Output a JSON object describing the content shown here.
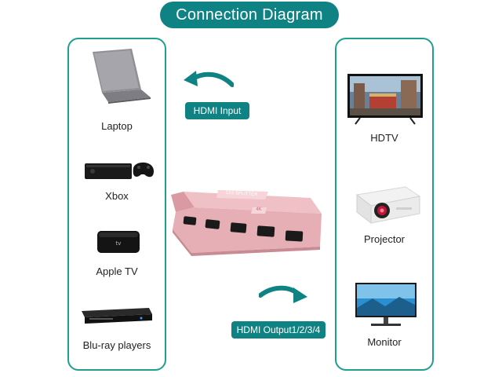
{
  "title": "Connection Diagram",
  "labels": {
    "input": "HDMI Input",
    "output": "HDMI Output1/2/3/4"
  },
  "sources": [
    "Laptop",
    "Xbox",
    "Apple TV",
    "Blu-ray players"
  ],
  "displays": [
    "HDTV",
    "Projector",
    "Monitor"
  ],
  "device": {
    "top_marking": "1X4 SPLITTER",
    "badge": "4K"
  },
  "colors": {
    "accent": "#0f8383",
    "panel_border": "#1f9f8e",
    "splitter_body": "#e6aeb5"
  }
}
